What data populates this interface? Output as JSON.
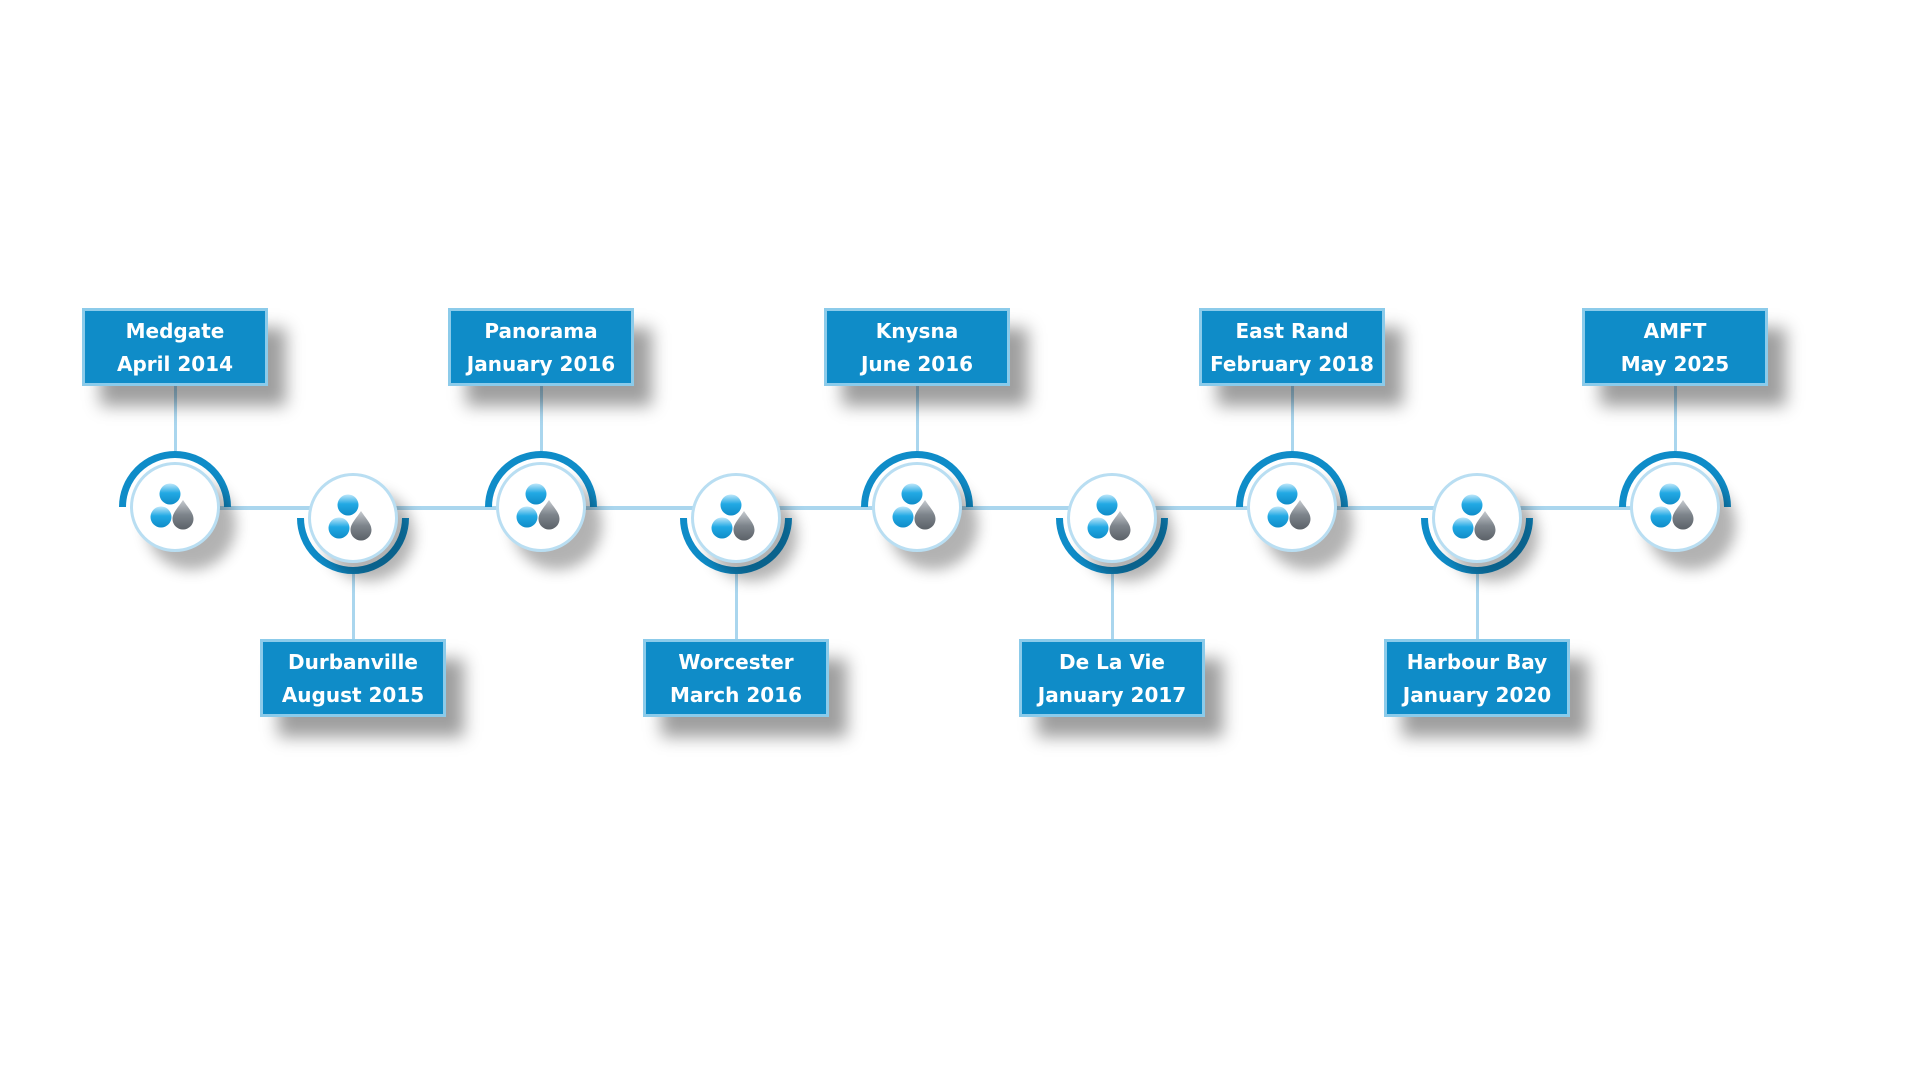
{
  "colors": {
    "accent_blue": "#0f8cc8",
    "light_blue": "#aad6ee",
    "dark_drop": "#5b6168",
    "white": "#ffffff"
  },
  "milestones": [
    {
      "name": "Medgate",
      "date": "April 2014",
      "side": "up",
      "icon": "droplets-logo-icon"
    },
    {
      "name": "Durbanville",
      "date": "August 2015",
      "side": "down",
      "icon": "droplets-logo-icon"
    },
    {
      "name": "Panorama",
      "date": "January 2016",
      "side": "up",
      "icon": "droplets-logo-icon"
    },
    {
      "name": "Worcester",
      "date": "March 2016",
      "side": "down",
      "icon": "droplets-logo-icon"
    },
    {
      "name": "Knysna",
      "date": "June 2016",
      "side": "up",
      "icon": "droplets-logo-icon"
    },
    {
      "name": "De La Vie",
      "date": "January 2017",
      "side": "down",
      "icon": "droplets-logo-icon"
    },
    {
      "name": "East Rand",
      "date": "February 2018",
      "side": "up",
      "icon": "droplets-logo-icon"
    },
    {
      "name": "Harbour Bay",
      "date": "January 2020",
      "side": "down",
      "icon": "droplets-logo-icon"
    },
    {
      "name": "AMFT",
      "date": "May 2025",
      "side": "up",
      "icon": "droplets-logo-icon"
    }
  ]
}
